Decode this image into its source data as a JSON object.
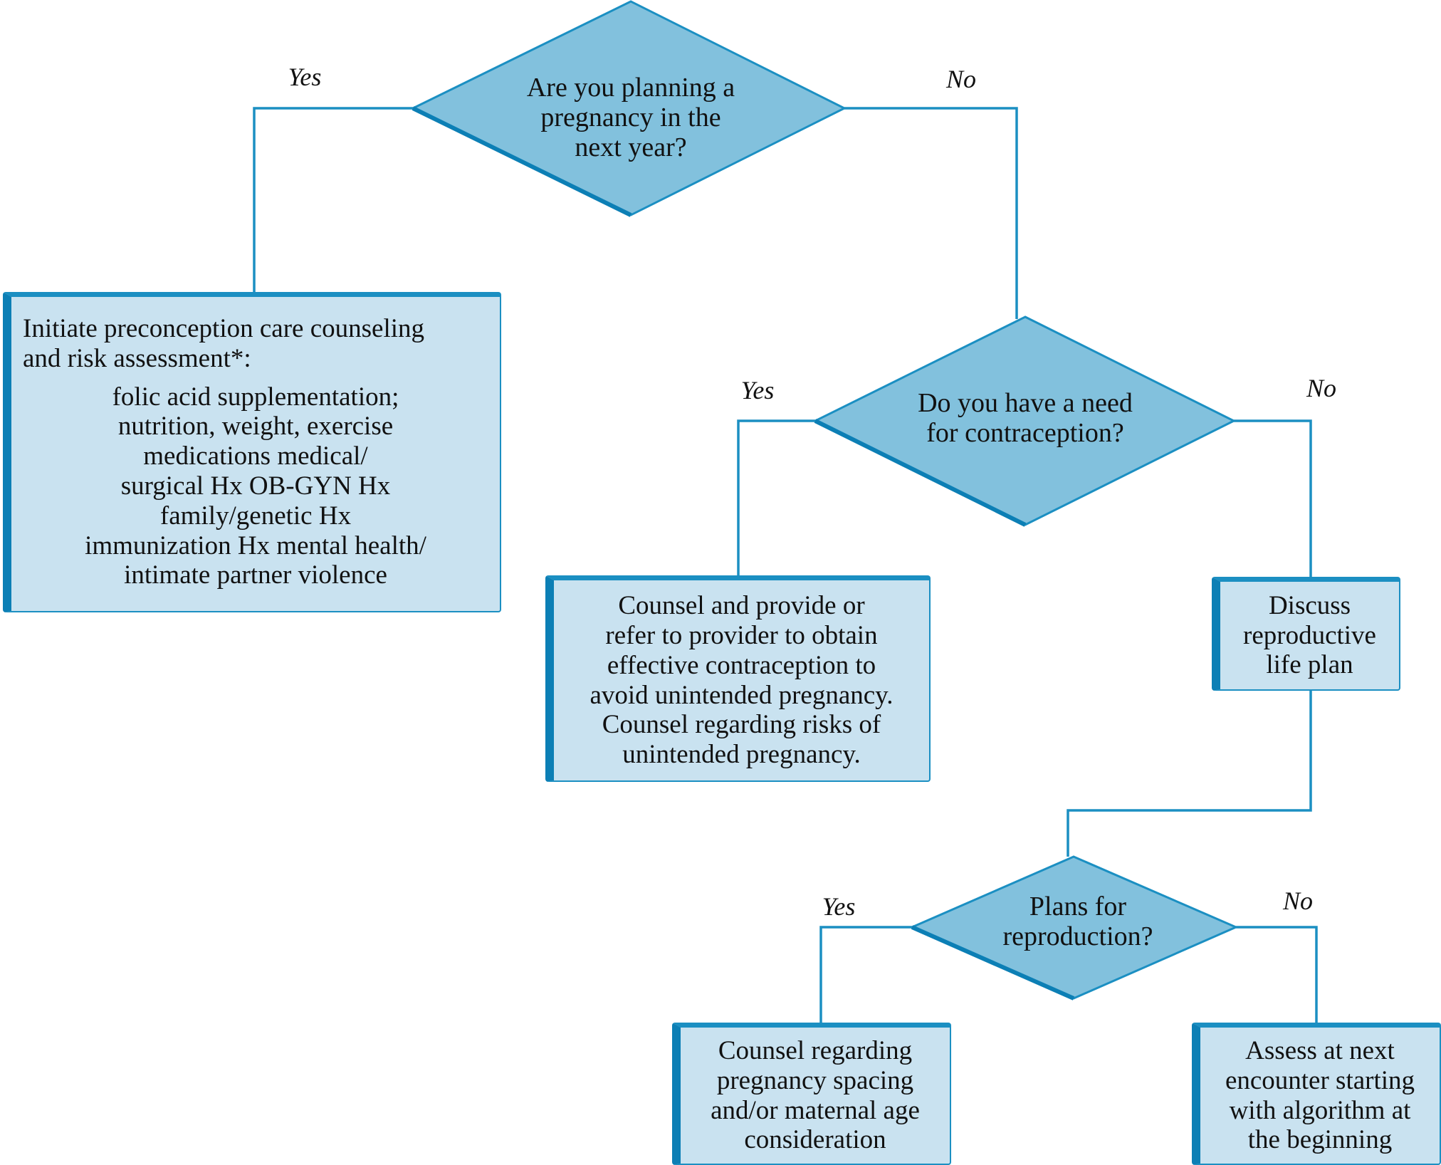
{
  "colors": {
    "diamond_fill": "#82c1dd",
    "diamond_edge": "#1b8fc2",
    "box_fill": "#c9e2f0",
    "box_edge": "#0c7fb5",
    "connector": "#1b8fc2"
  },
  "decisions": {
    "planning": [
      "Are you planning a",
      "pregnancy in the",
      "next year?"
    ],
    "contraception": [
      "Do you have a need",
      "for contraception?"
    ],
    "reproduction": [
      "Plans for",
      "reproduction?"
    ]
  },
  "branch_labels": {
    "planning_yes": "Yes",
    "planning_no": "No",
    "contraception_yes": "Yes",
    "contraception_no": "No",
    "reproduction_yes": "Yes",
    "reproduction_no": "No"
  },
  "boxes": {
    "preconception": {
      "intro": [
        "Initiate preconception care counseling",
        "and risk assessment*:"
      ],
      "items": [
        "folic acid supplementation;",
        "nutrition, weight, exercise",
        "medications medical/",
        "surgical Hx OB-GYN Hx",
        "family/genetic Hx",
        "immunization Hx mental health/",
        "intimate partner violence"
      ]
    },
    "contraception_counsel": [
      "Counsel and provide or",
      "refer to provider to obtain",
      "effective contraception to",
      "avoid unintended pregnancy.",
      "Counsel regarding risks of",
      "unintended pregnancy."
    ],
    "life_plan": [
      "Discuss",
      "reproductive",
      "life plan"
    ],
    "spacing": [
      "Counsel regarding",
      "pregnancy spacing",
      "and/or maternal age",
      "consideration"
    ],
    "reassess": [
      "Assess at next",
      "encounter starting",
      "with algorithm at",
      "the beginning"
    ]
  }
}
